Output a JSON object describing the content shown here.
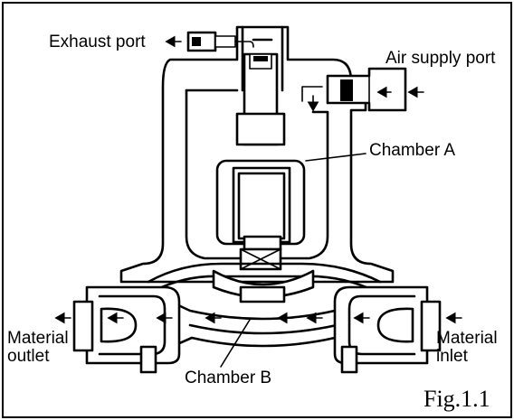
{
  "labels": {
    "exhaust_port": "Exhaust port",
    "air_supply_port": "Air supply port",
    "chamber_a": "Chamber A",
    "chamber_b": "Chamber B",
    "material_outlet_line1": "Material",
    "material_outlet_line2": "outlet",
    "material_inlet_line1": "Material",
    "material_inlet_line2": "inlet"
  },
  "caption": "Fig.1.1"
}
